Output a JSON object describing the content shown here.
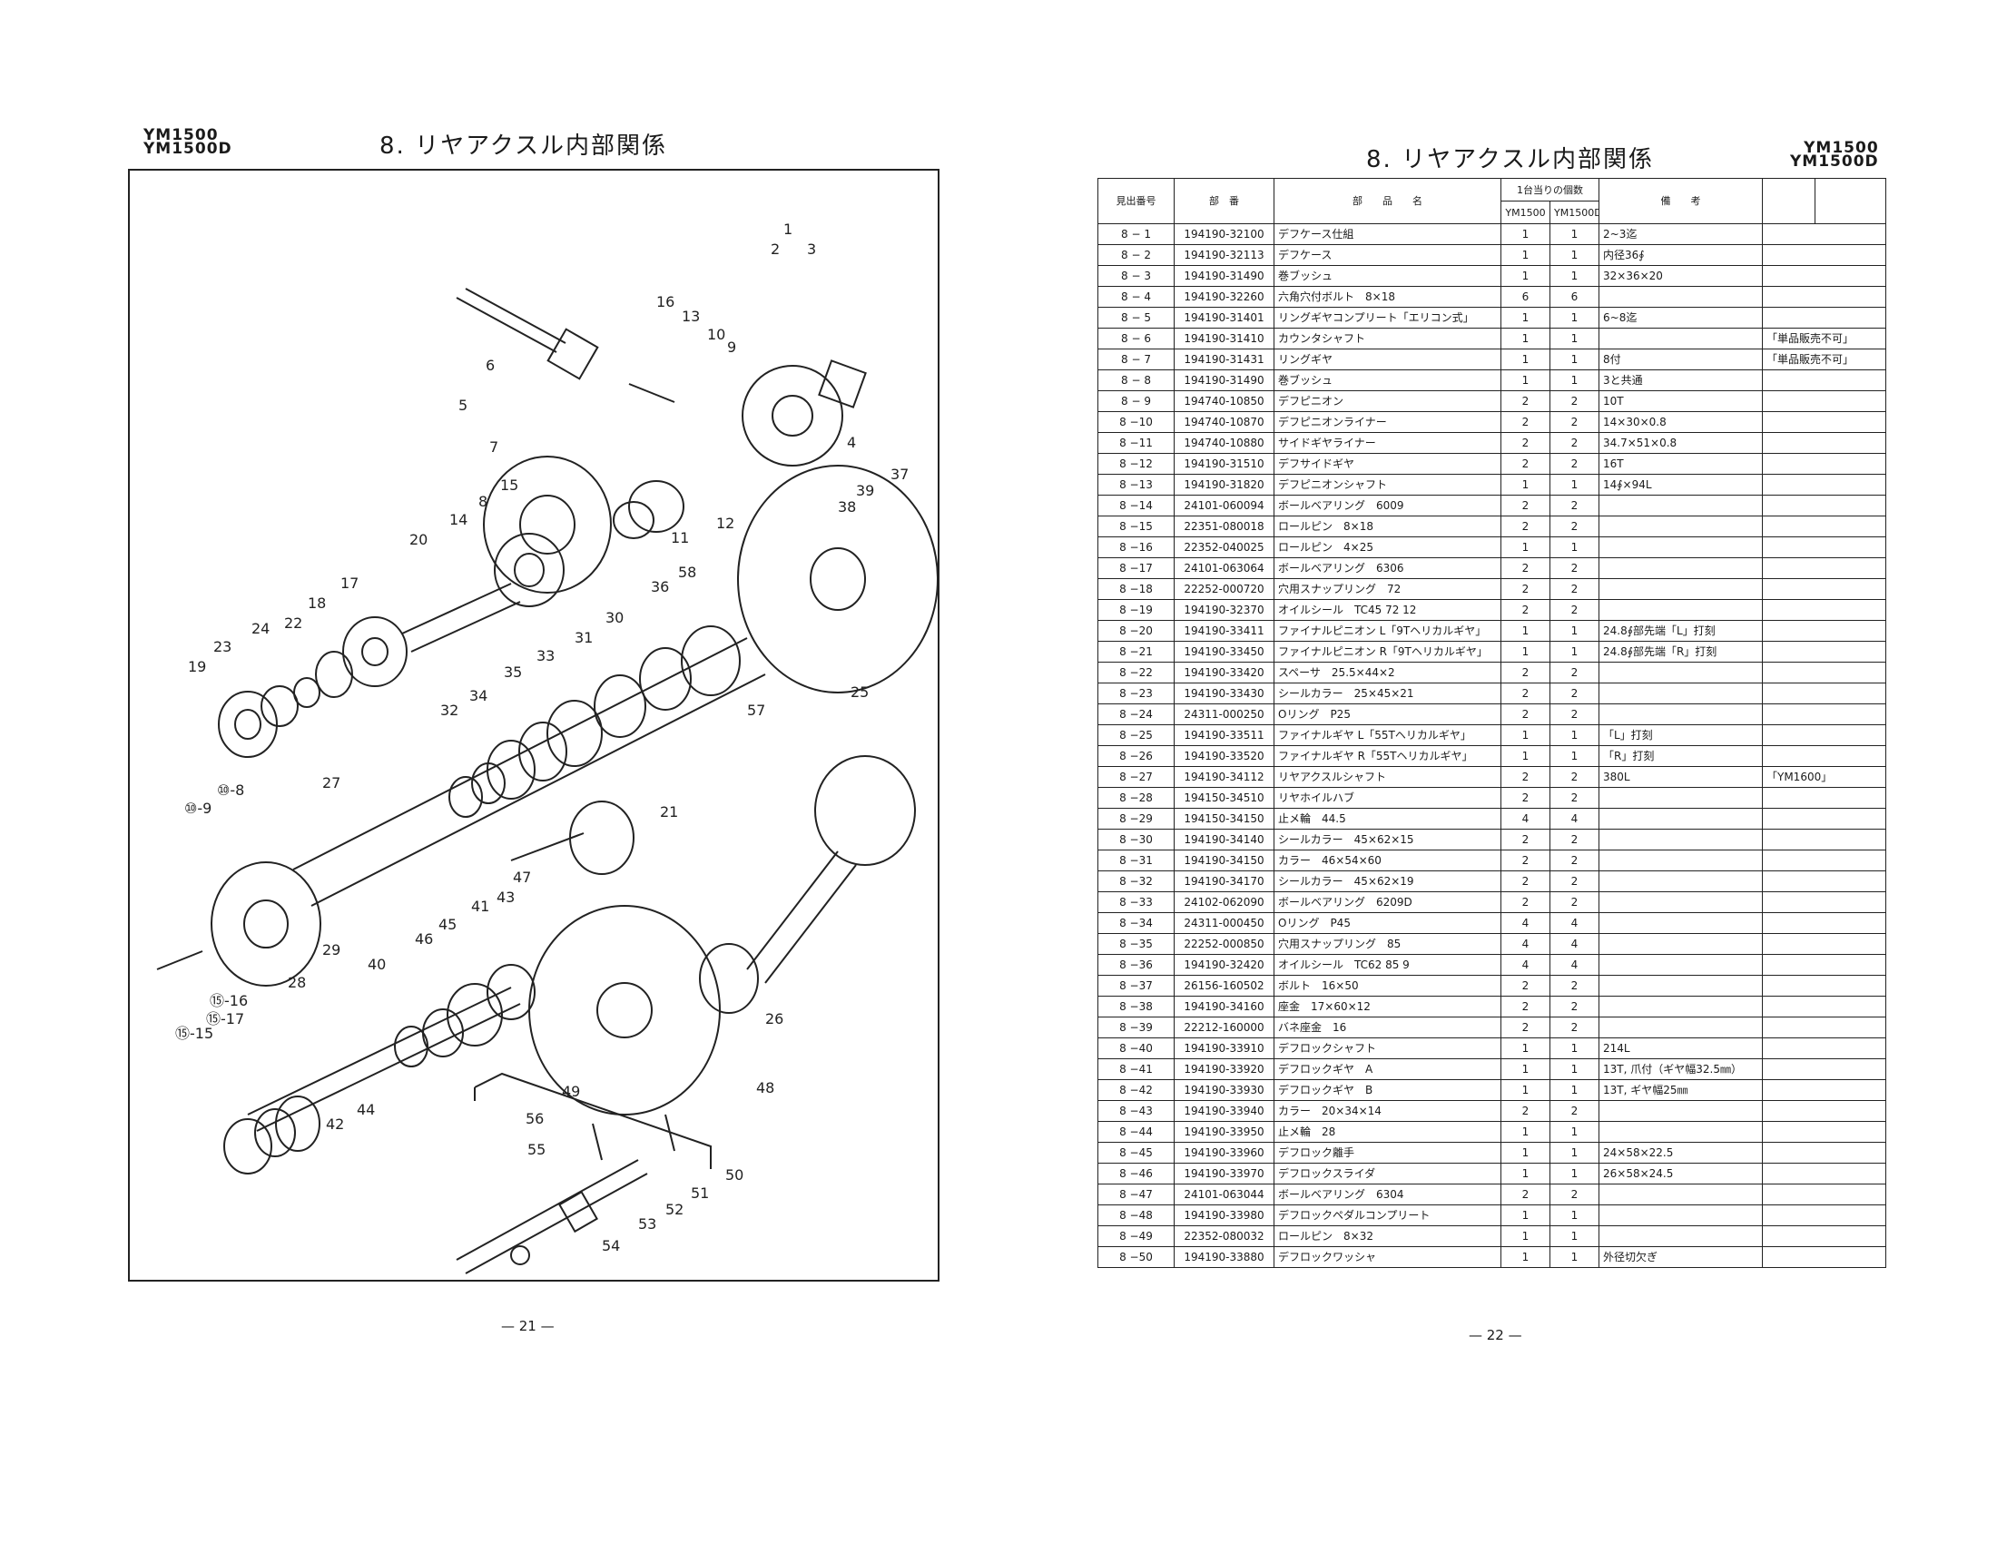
{
  "left_page": {
    "model_line1": "YM1500",
    "model_line2": "YM1500D",
    "title": "8. リヤアクスル内部関係",
    "page_number": "— 21 —",
    "callouts": [
      "1",
      "2",
      "3",
      "4",
      "5",
      "6",
      "7",
      "8",
      "9",
      "10",
      "11",
      "12",
      "13",
      "14",
      "15",
      "16",
      "17",
      "18",
      "19",
      "20",
      "21",
      "22",
      "23",
      "24",
      "25",
      "26",
      "27",
      "28",
      "29",
      "30",
      "31",
      "32",
      "33",
      "34",
      "35",
      "36",
      "37",
      "38",
      "39",
      "40",
      "41",
      "42",
      "43",
      "44",
      "45",
      "46",
      "47",
      "48",
      "49",
      "50",
      "51",
      "52",
      "53",
      "54",
      "55",
      "56",
      "57",
      "58",
      "⑩-8",
      "⑩-9",
      "⑮-15",
      "⑮-16",
      "⑮-17"
    ]
  },
  "right_page": {
    "model_line1": "YM1500",
    "model_line2": "YM1500D",
    "title": "8. リヤアクスル内部関係",
    "page_number": "— 22 —",
    "headers": {
      "ref": "見出番号",
      "part_no": "部　番",
      "name": "部　　品　　名",
      "qty_group": "1台当りの個数",
      "qty_a": "YM1500",
      "qty_b": "YM1500D",
      "remarks": "備　　考"
    },
    "rows": [
      {
        "ref": "8 − 1",
        "pn": "194190-32100",
        "name": "デフケース仕組",
        "a": "1",
        "b": "1",
        "rem": "2~3迄",
        "rem2": ""
      },
      {
        "ref": "8 − 2",
        "pn": "194190-32113",
        "name": "デフケース",
        "a": "1",
        "b": "1",
        "rem": "内径36∮",
        "rem2": ""
      },
      {
        "ref": "8 − 3",
        "pn": "194190-31490",
        "name": "巻ブッシュ",
        "a": "1",
        "b": "1",
        "rem": "32×36×20",
        "rem2": ""
      },
      {
        "ref": "8 − 4",
        "pn": "194190-32260",
        "name": "六角穴付ボルト　8×18",
        "a": "6",
        "b": "6",
        "rem": "",
        "rem2": ""
      },
      {
        "ref": "8 − 5",
        "pn": "194190-31401",
        "name": "リングギヤコンプリート「エリコン式」",
        "a": "1",
        "b": "1",
        "rem": "6~8迄",
        "rem2": ""
      },
      {
        "ref": "8 − 6",
        "pn": "194190-31410",
        "name": "カウンタシャフト",
        "a": "1",
        "b": "1",
        "rem": "",
        "rem2": "「単品販売不可」"
      },
      {
        "ref": "8 − 7",
        "pn": "194190-31431",
        "name": "リングギヤ",
        "a": "1",
        "b": "1",
        "rem": "8付",
        "rem2": "「単品販売不可」"
      },
      {
        "ref": "8 − 8",
        "pn": "194190-31490",
        "name": "巻ブッシュ",
        "a": "1",
        "b": "1",
        "rem": "3と共通",
        "rem2": ""
      },
      {
        "ref": "8 − 9",
        "pn": "194740-10850",
        "name": "デフピニオン",
        "a": "2",
        "b": "2",
        "rem": "10T",
        "rem2": ""
      },
      {
        "ref": "8 −10",
        "pn": "194740-10870",
        "name": "デフピニオンライナー",
        "a": "2",
        "b": "2",
        "rem": "14×30×0.8",
        "rem2": ""
      },
      {
        "ref": "8 −11",
        "pn": "194740-10880",
        "name": "サイドギヤライナー",
        "a": "2",
        "b": "2",
        "rem": "34.7×51×0.8",
        "rem2": ""
      },
      {
        "ref": "8 −12",
        "pn": "194190-31510",
        "name": "デフサイドギヤ",
        "a": "2",
        "b": "2",
        "rem": "16T",
        "rem2": ""
      },
      {
        "ref": "8 −13",
        "pn": "194190-31820",
        "name": "デフピニオンシャフト",
        "a": "1",
        "b": "1",
        "rem": "14∮×94L",
        "rem2": ""
      },
      {
        "ref": "8 −14",
        "pn": "24101-060094",
        "name": "ボールベアリング　6009",
        "a": "2",
        "b": "2",
        "rem": "",
        "rem2": ""
      },
      {
        "ref": "8 −15",
        "pn": "22351-080018",
        "name": "ロールピン　8×18",
        "a": "2",
        "b": "2",
        "rem": "",
        "rem2": ""
      },
      {
        "ref": "8 −16",
        "pn": "22352-040025",
        "name": "ロールピン　4×25",
        "a": "1",
        "b": "1",
        "rem": "",
        "rem2": ""
      },
      {
        "ref": "8 −17",
        "pn": "24101-063064",
        "name": "ボールベアリング　6306",
        "a": "2",
        "b": "2",
        "rem": "",
        "rem2": ""
      },
      {
        "ref": "8 −18",
        "pn": "22252-000720",
        "name": "穴用スナップリング　72",
        "a": "2",
        "b": "2",
        "rem": "",
        "rem2": ""
      },
      {
        "ref": "8 −19",
        "pn": "194190-32370",
        "name": "オイルシール　TC45 72 12",
        "a": "2",
        "b": "2",
        "rem": "",
        "rem2": ""
      },
      {
        "ref": "8 −20",
        "pn": "194190-33411",
        "name": "ファイナルピニオン L「9Tヘリカルギヤ」",
        "a": "1",
        "b": "1",
        "rem": "24.8∮部先端「L」打刻",
        "rem2": ""
      },
      {
        "ref": "8 −21",
        "pn": "194190-33450",
        "name": "ファイナルピニオン R「9Tヘリカルギヤ」",
        "a": "1",
        "b": "1",
        "rem": "24.8∮部先端「R」打刻",
        "rem2": ""
      },
      {
        "ref": "8 −22",
        "pn": "194190-33420",
        "name": "スペーサ　25.5×44×2",
        "a": "2",
        "b": "2",
        "rem": "",
        "rem2": ""
      },
      {
        "ref": "8 −23",
        "pn": "194190-33430",
        "name": "シールカラー　25×45×21",
        "a": "2",
        "b": "2",
        "rem": "",
        "rem2": ""
      },
      {
        "ref": "8 −24",
        "pn": "24311-000250",
        "name": "Oリング　P25",
        "a": "2",
        "b": "2",
        "rem": "",
        "rem2": ""
      },
      {
        "ref": "8 −25",
        "pn": "194190-33511",
        "name": "ファイナルギヤ L「55Tヘリカルギヤ」",
        "a": "1",
        "b": "1",
        "rem": "「L」打刻",
        "rem2": ""
      },
      {
        "ref": "8 −26",
        "pn": "194190-33520",
        "name": "ファイナルギヤ R「55Tヘリカルギヤ」",
        "a": "1",
        "b": "1",
        "rem": "「R」打刻",
        "rem2": ""
      },
      {
        "ref": "8 −27",
        "pn": "194190-34112",
        "name": "リヤアクスルシャフト",
        "a": "2",
        "b": "2",
        "rem": "380L",
        "rem2": "「YM1600」"
      },
      {
        "ref": "8 −28",
        "pn": "194150-34510",
        "name": "リヤホイルハブ",
        "a": "2",
        "b": "2",
        "rem": "",
        "rem2": ""
      },
      {
        "ref": "8 −29",
        "pn": "194150-34150",
        "name": "止メ輪　44.5",
        "a": "4",
        "b": "4",
        "rem": "",
        "rem2": ""
      },
      {
        "ref": "8 −30",
        "pn": "194190-34140",
        "name": "シールカラー　45×62×15",
        "a": "2",
        "b": "2",
        "rem": "",
        "rem2": ""
      },
      {
        "ref": "8 −31",
        "pn": "194190-34150",
        "name": "カラー　46×54×60",
        "a": "2",
        "b": "2",
        "rem": "",
        "rem2": ""
      },
      {
        "ref": "8 −32",
        "pn": "194190-34170",
        "name": "シールカラー　45×62×19",
        "a": "2",
        "b": "2",
        "rem": "",
        "rem2": ""
      },
      {
        "ref": "8 −33",
        "pn": "24102-062090",
        "name": "ボールベアリング　6209D",
        "a": "2",
        "b": "2",
        "rem": "",
        "rem2": ""
      },
      {
        "ref": "8 −34",
        "pn": "24311-000450",
        "name": "Oリング　P45",
        "a": "4",
        "b": "4",
        "rem": "",
        "rem2": ""
      },
      {
        "ref": "8 −35",
        "pn": "22252-000850",
        "name": "穴用スナップリング　85",
        "a": "4",
        "b": "4",
        "rem": "",
        "rem2": ""
      },
      {
        "ref": "8 −36",
        "pn": "194190-32420",
        "name": "オイルシール　TC62 85 9",
        "a": "4",
        "b": "4",
        "rem": "",
        "rem2": ""
      },
      {
        "ref": "8 −37",
        "pn": "26156-160502",
        "name": "ボルト　16×50",
        "a": "2",
        "b": "2",
        "rem": "",
        "rem2": ""
      },
      {
        "ref": "8 −38",
        "pn": "194190-34160",
        "name": "座金　17×60×12",
        "a": "2",
        "b": "2",
        "rem": "",
        "rem2": ""
      },
      {
        "ref": "8 −39",
        "pn": "22212-160000",
        "name": "バネ座金　16",
        "a": "2",
        "b": "2",
        "rem": "",
        "rem2": ""
      },
      {
        "ref": "8 −40",
        "pn": "194190-33910",
        "name": "デフロックシャフト",
        "a": "1",
        "b": "1",
        "rem": "214L",
        "rem2": ""
      },
      {
        "ref": "8 −41",
        "pn": "194190-33920",
        "name": "デフロックギヤ　A",
        "a": "1",
        "b": "1",
        "rem": "13T, 爪付（ギヤ幅32.5㎜）",
        "rem2": ""
      },
      {
        "ref": "8 −42",
        "pn": "194190-33930",
        "name": "デフロックギヤ　B",
        "a": "1",
        "b": "1",
        "rem": "13T, ギヤ幅25㎜",
        "rem2": ""
      },
      {
        "ref": "8 −43",
        "pn": "194190-33940",
        "name": "カラー　20×34×14",
        "a": "2",
        "b": "2",
        "rem": "",
        "rem2": ""
      },
      {
        "ref": "8 −44",
        "pn": "194190-33950",
        "name": "止メ輪　28",
        "a": "1",
        "b": "1",
        "rem": "",
        "rem2": ""
      },
      {
        "ref": "8 −45",
        "pn": "194190-33960",
        "name": "デフロック離手",
        "a": "1",
        "b": "1",
        "rem": "24×58×22.5",
        "rem2": ""
      },
      {
        "ref": "8 −46",
        "pn": "194190-33970",
        "name": "デフロックスライダ",
        "a": "1",
        "b": "1",
        "rem": "26×58×24.5",
        "rem2": ""
      },
      {
        "ref": "8 −47",
        "pn": "24101-063044",
        "name": "ボールベアリング　6304",
        "a": "2",
        "b": "2",
        "rem": "",
        "rem2": ""
      },
      {
        "ref": "8 −48",
        "pn": "194190-33980",
        "name": "デフロックペダルコンプリート",
        "a": "1",
        "b": "1",
        "rem": "",
        "rem2": ""
      },
      {
        "ref": "8 −49",
        "pn": "22352-080032",
        "name": "ロールピン　8×32",
        "a": "1",
        "b": "1",
        "rem": "",
        "rem2": ""
      },
      {
        "ref": "8 −50",
        "pn": "194190-33880",
        "name": "デフロックワッシャ",
        "a": "1",
        "b": "1",
        "rem": "外径切欠ぎ",
        "rem2": ""
      }
    ]
  }
}
